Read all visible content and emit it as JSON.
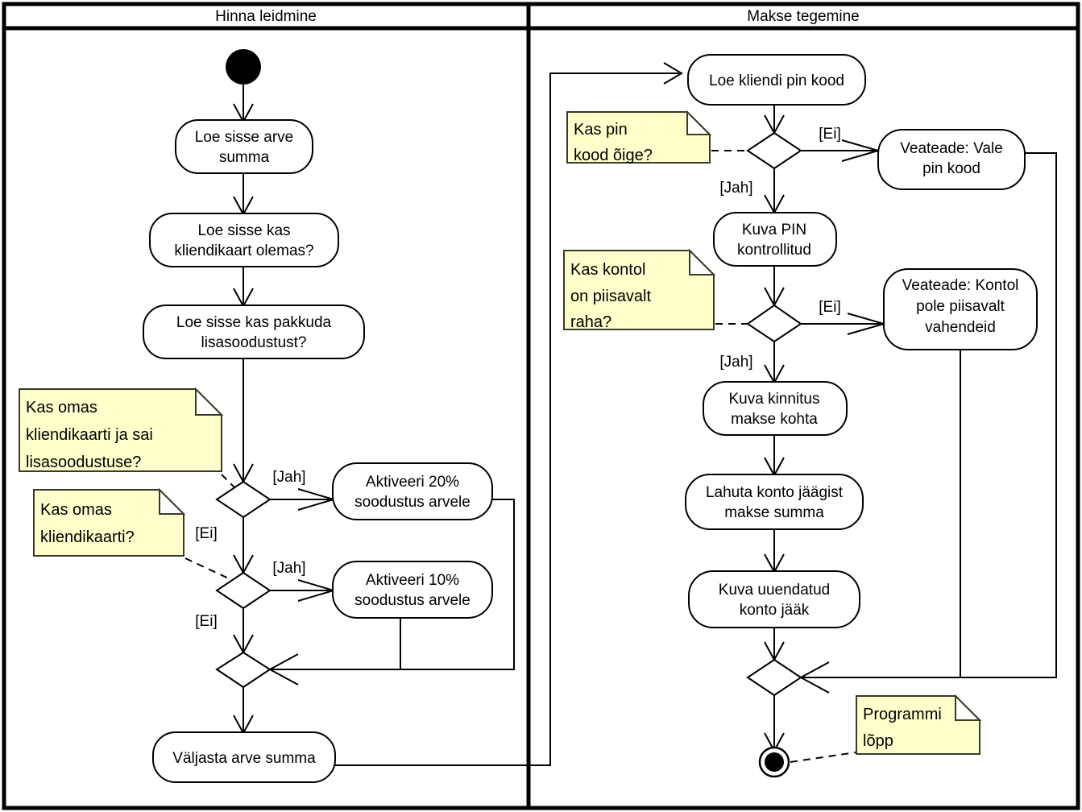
{
  "diagram": {
    "type": "uml-activity-diagram",
    "language": "Estonian",
    "colors": {
      "note_fill": "#FFFFCC",
      "note_stroke": "#3A3A2A",
      "line": "#000000",
      "node_fill": "#FFFFFF",
      "background": "#FFFFFF"
    }
  },
  "swimlanes": [
    {
      "id": "lane-left",
      "title": "Hinna leidmine"
    },
    {
      "id": "lane-right",
      "title": "Makse tegemine"
    }
  ],
  "left_lane": {
    "start_node": "initial-node",
    "activities": [
      {
        "id": "a1",
        "label_line1": "Loe sisse arve",
        "label_line2": "summa"
      },
      {
        "id": "a2",
        "label_line1": "Loe sisse kas",
        "label_line2": "kliendikaart olemas?"
      },
      {
        "id": "a3",
        "label_line1": "Loe sisse kas pakkuda",
        "label_line2": "lisasoodustust?"
      },
      {
        "id": "a4",
        "label_line1": "Aktiveeri 20%",
        "label_line2": "soodustus arvele"
      },
      {
        "id": "a5",
        "label_line1": "Aktiveeri 10%",
        "label_line2": "soodustus arvele"
      },
      {
        "id": "a6",
        "label_line1": "Väljasta arve summa",
        "label_line2": ""
      }
    ],
    "notes": [
      {
        "id": "n1",
        "lines": [
          "Kas omas",
          "kliendikaarti ja sai",
          "lisasoodustuse?"
        ]
      },
      {
        "id": "n2",
        "lines": [
          "Kas omas",
          "kliendikaarti?"
        ]
      }
    ],
    "decisions": [
      {
        "id": "d1",
        "yes_guard": "[Jah]",
        "no_guard": "[Ei]"
      },
      {
        "id": "d2",
        "yes_guard": "[Jah]",
        "no_guard": "[Ei]"
      }
    ],
    "merge": {
      "id": "m1"
    }
  },
  "right_lane": {
    "activities": [
      {
        "id": "b1",
        "label_line1": "Loe kliendi pin kood",
        "label_line2": ""
      },
      {
        "id": "b2",
        "label_line1": "Veateade: Vale",
        "label_line2": "pin kood"
      },
      {
        "id": "b3",
        "label_line1": "Kuva PIN",
        "label_line2": "kontrollitud"
      },
      {
        "id": "b4",
        "label_line1": "Veateade: Kontol",
        "label_line2": "pole piisavalt",
        "label_line3": "vahendeid"
      },
      {
        "id": "b5",
        "label_line1": "Kuva kinnitus",
        "label_line2": "makse kohta"
      },
      {
        "id": "b6",
        "label_line1": "Lahuta konto jäägist",
        "label_line2": "makse summa"
      },
      {
        "id": "b7",
        "label_line1": "Kuva uuendatud",
        "label_line2": "konto jääk"
      }
    ],
    "notes": [
      {
        "id": "n3",
        "lines": [
          "Kas pin",
          "kood õige?"
        ]
      },
      {
        "id": "n4",
        "lines": [
          "Kas kontol",
          "on piisavalt",
          "raha?"
        ]
      },
      {
        "id": "n5",
        "lines": [
          "Programmi",
          "lõpp"
        ]
      }
    ],
    "decisions": [
      {
        "id": "e1",
        "yes_guard": "[Jah]",
        "no_guard": "[Ei]"
      },
      {
        "id": "e2",
        "yes_guard": "[Jah]",
        "no_guard": "[Ei]"
      }
    ],
    "merge": {
      "id": "m2"
    },
    "end_node": "final-node"
  },
  "guards": {
    "jah": "[Jah]",
    "ei": "[Ei]"
  }
}
